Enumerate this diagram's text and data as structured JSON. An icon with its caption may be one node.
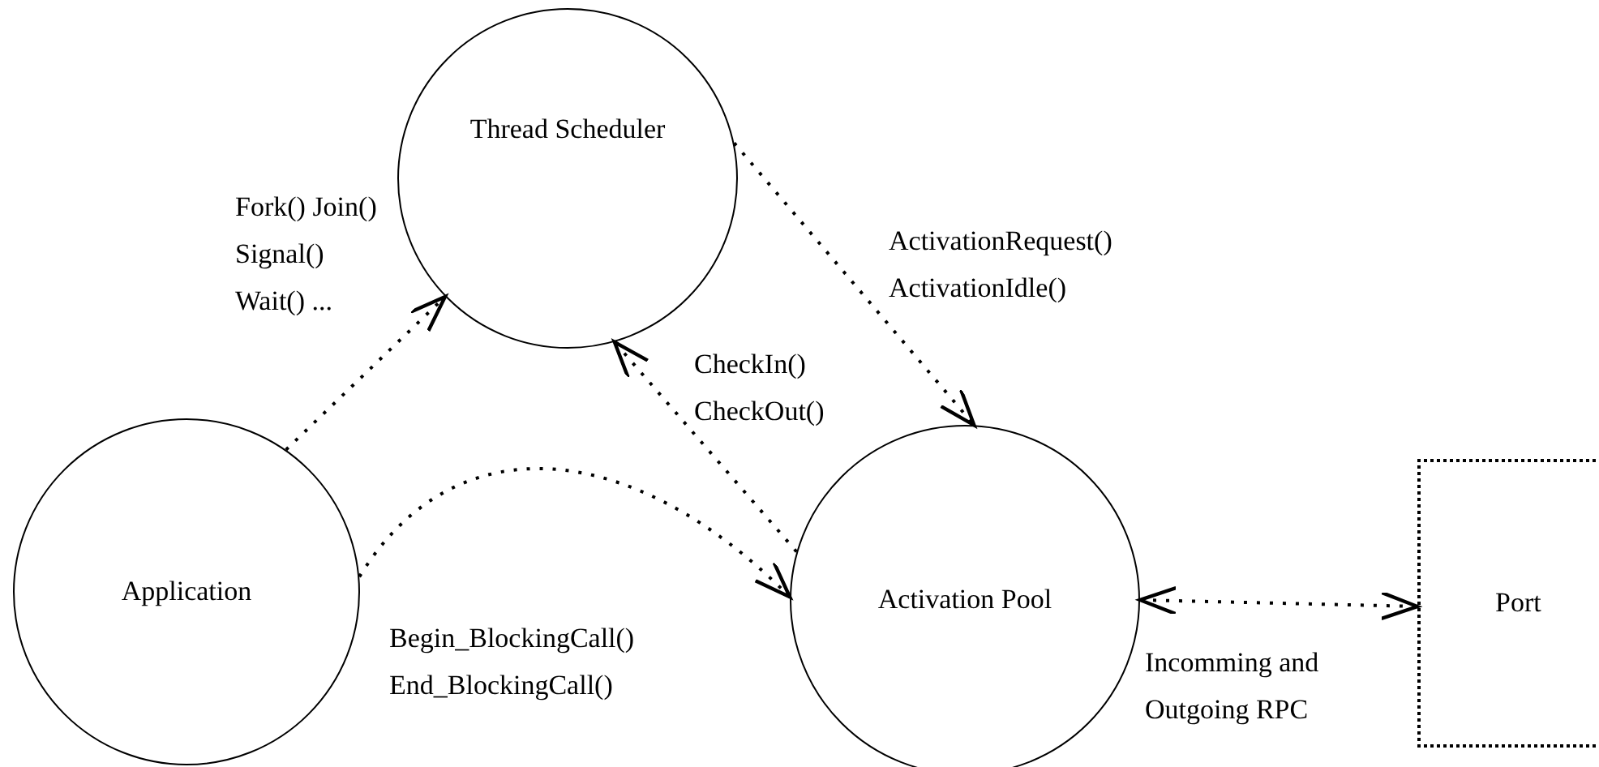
{
  "diagram": {
    "nodes": [
      {
        "text": [
          "Thread Scheduler"
        ]
      },
      {
        "text": [
          "Application"
        ]
      },
      {
        "text": [
          "Activation Pool"
        ]
      },
      {
        "text": [
          "Port"
        ]
      }
    ],
    "edges": [
      {
        "from": 1,
        "to": 0,
        "arrow": "to",
        "style": "dashed",
        "label": "Fork() Join() Signal() Wait() ..."
      },
      {
        "from": 1,
        "to": 2,
        "arrow": "to",
        "style": "dashed",
        "label": "Begin_BlockingCall() End_BlockingCall()"
      },
      {
        "from": 2,
        "to": 0,
        "arrow": "to",
        "style": "dashed",
        "label": "CheckIn() CheckOut()"
      },
      {
        "from": 0,
        "to": 2,
        "arrow": "to",
        "style": "dashed",
        "label": "ActivationRequest() ActivationIdle()"
      },
      {
        "from": 2,
        "to": 3,
        "arrow": "both",
        "style": "dashed",
        "label": "Incomming and Outgoing RPC"
      }
    ]
  }
}
